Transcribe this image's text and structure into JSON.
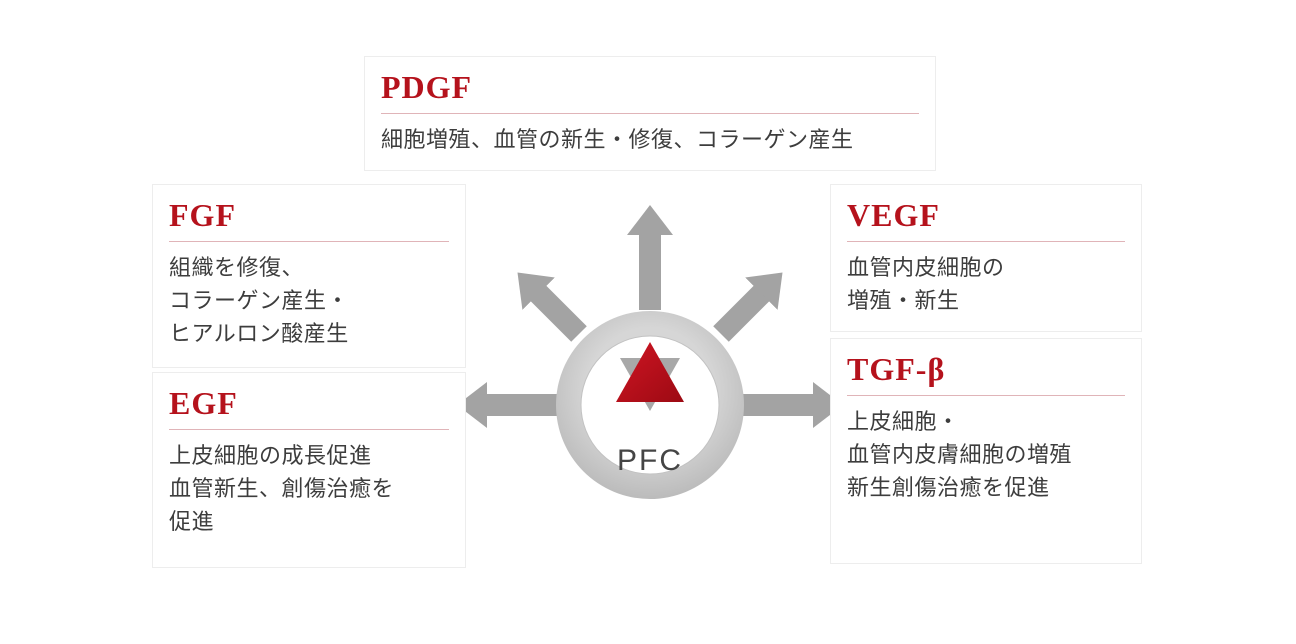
{
  "center": {
    "label": "PFC"
  },
  "factors": {
    "pdgf": {
      "title": "PDGF",
      "description": "細胞増殖、血管の新生・修復、コラーゲン産生"
    },
    "fgf": {
      "title": "FGF",
      "description": "組織を修復、\nコラーゲン産生・\nヒアルロン酸産生"
    },
    "egf": {
      "title": "EGF",
      "description": "上皮細胞の成長促進\n血管新生、創傷治癒を\n促進"
    },
    "vegf": {
      "title": "VEGF",
      "description": "血管内皮細胞の\n増殖・新生"
    },
    "tgfb": {
      "title": "TGF-β",
      "description": "上皮細胞・\n血管内皮膚細胞の増殖\n新生創傷治癒を促進"
    }
  },
  "colors": {
    "accent": "#b5121c",
    "title_underline": "#e0b4b8",
    "arrow": "#a3a3a3",
    "ring": "#c9c9c9",
    "body_text": "#3d3d3d"
  }
}
